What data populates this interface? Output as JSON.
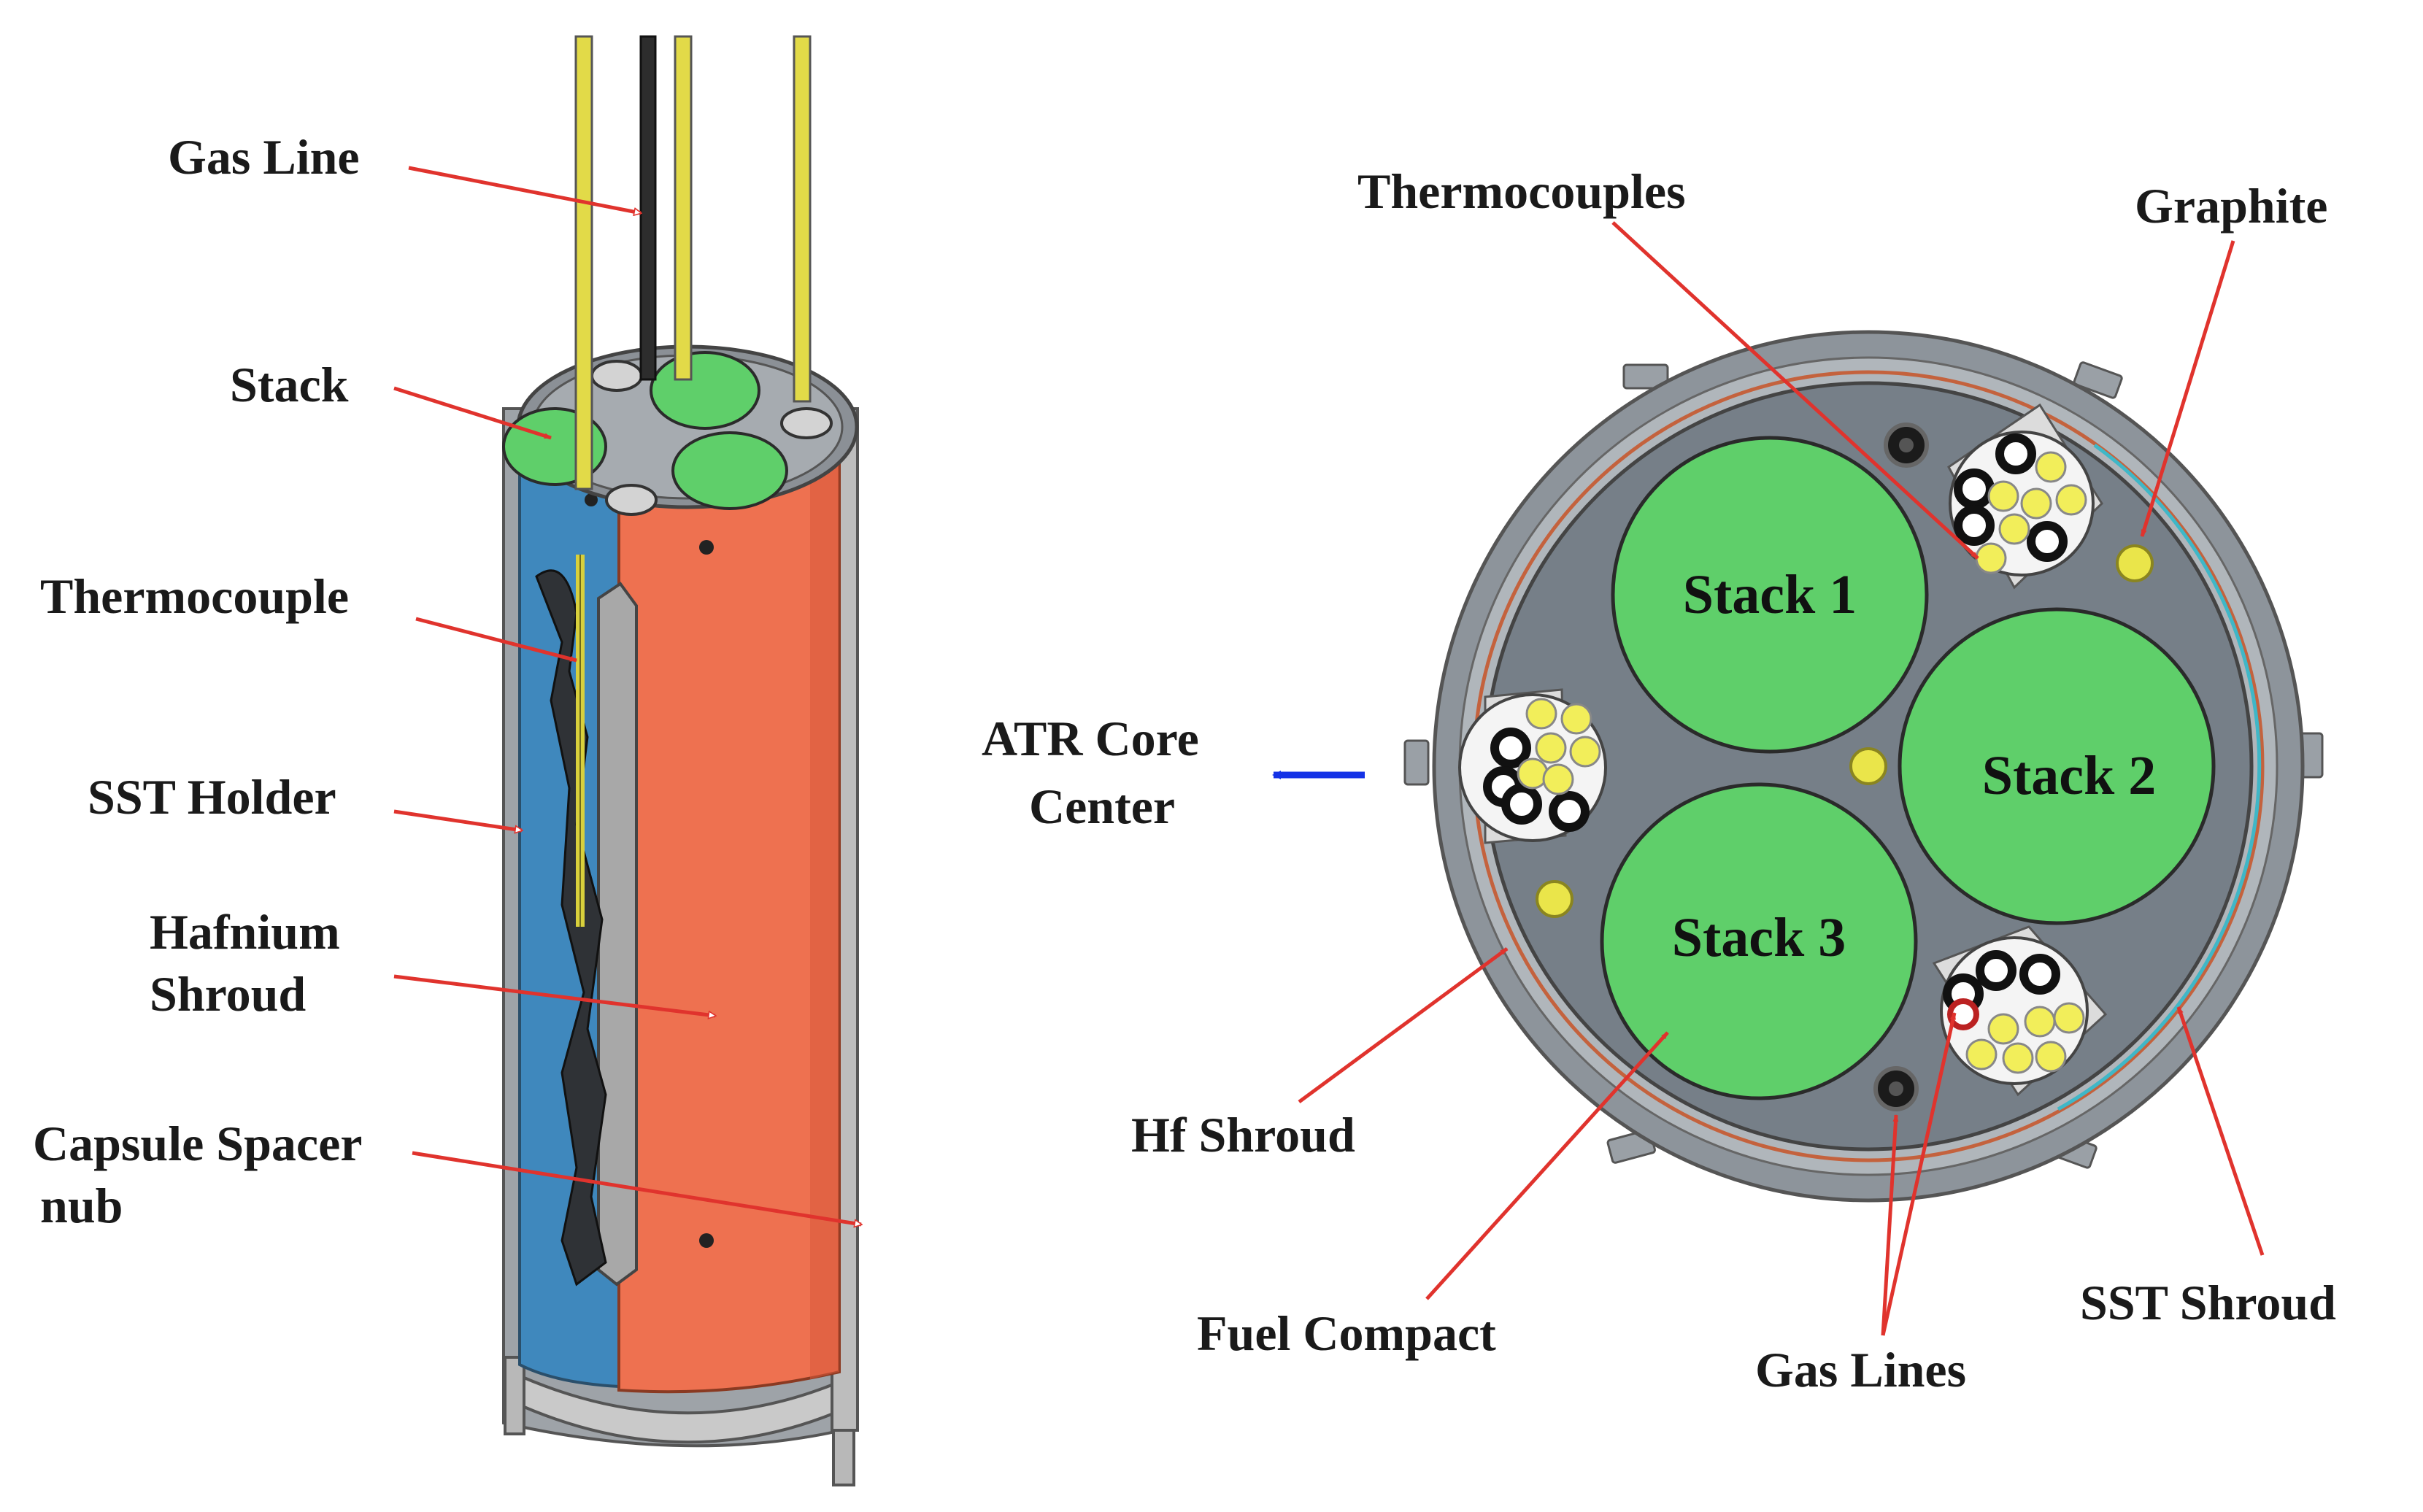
{
  "left_labels": {
    "gas_line": "Gas Line",
    "stack": "Stack",
    "thermocouple": "Thermocouple",
    "sst_holder": "SST Holder",
    "hafnium_line1": "Hafnium",
    "hafnium_line2": "Shroud",
    "spacer_line1": "Capsule Spacer",
    "spacer_line2": "nub"
  },
  "right_labels": {
    "thermocouples": "Thermocouples",
    "graphite": "Graphite",
    "atr_line1": "ATR Core",
    "atr_line2": "Center",
    "hf_shroud": "Hf Shroud",
    "fuel_compact": "Fuel Compact",
    "gas_lines": "Gas Lines",
    "sst_shroud": "SST Shroud"
  },
  "stacks": [
    "Stack 1",
    "Stack 2",
    "Stack 3"
  ],
  "colors": {
    "fuel": "#5fcf6a",
    "hafnium": "#ee7150",
    "holder": "#3f88bd",
    "graphite_body": "#767f88",
    "steel": "#b4b4b4",
    "thermocouple": "#eae54a",
    "leader": "#e0332d",
    "core_arrow": "#1432e6"
  }
}
